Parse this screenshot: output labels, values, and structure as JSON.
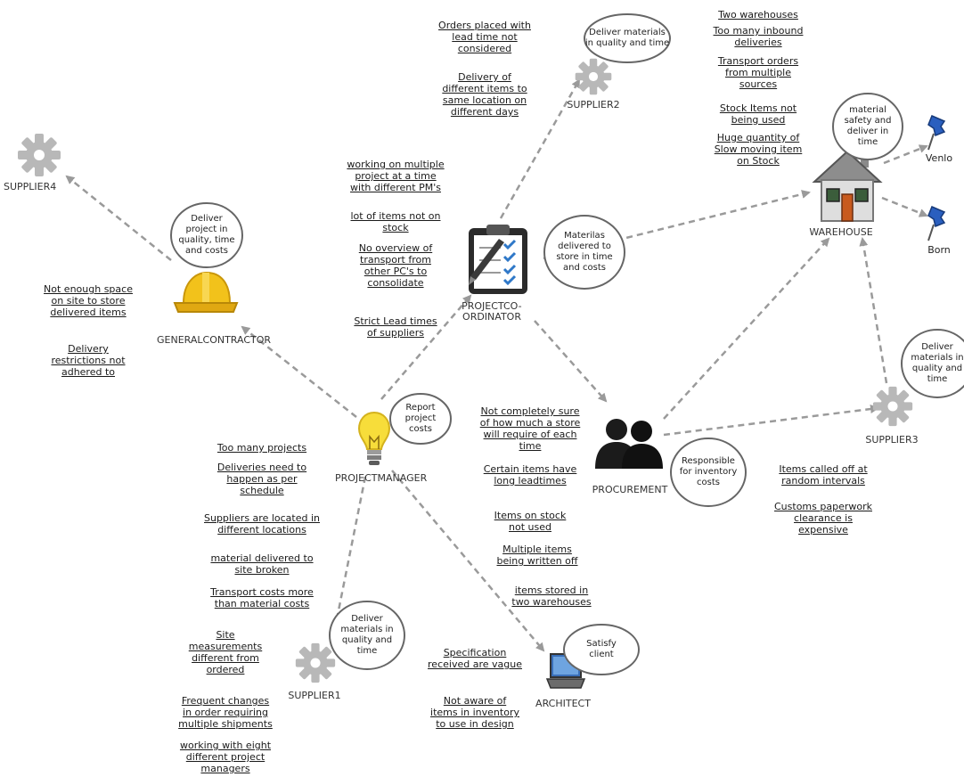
{
  "nodes": {
    "supplier4": {
      "label": "SUPPLIER\n4"
    },
    "supplier2": {
      "label": "SUPPLIER\n2"
    },
    "supplier1": {
      "label": "SUPPLIER\n1"
    },
    "supplier3": {
      "label": "SUPPLIER\n3"
    },
    "general_contractor": {
      "label": "GENERAL\nCONTRACTOR"
    },
    "project_coordinator": {
      "label": "PROJECT\nCO-\nORDINATOR"
    },
    "project_manager": {
      "label": "PROJECT\nMANAGER"
    },
    "procurement": {
      "label": "PROCUREMENT"
    },
    "warehouse": {
      "label": "WAREHOUSE"
    },
    "architect": {
      "label": "ARCHITECT"
    },
    "venlo": {
      "label": "Venlo"
    },
    "born": {
      "label": "Born"
    }
  },
  "bubbles": {
    "general_contractor": "Deliver\nproject in\nquality, time\nand costs",
    "supplier2": "Deliver materials\nin quality and time",
    "project_coordinator": "Materilas\ndelivered to\nstore in time\nand costs",
    "warehouse": "material\nsafety and\ndeliver in\ntime",
    "project_manager": "Report\nproject\ncosts",
    "procurement": "Responsible\nfor inventory\ncosts",
    "supplier3": "Deliver\nmaterials in\nquality and\ntime",
    "supplier1": "Deliver\nmaterials in\nquality and\ntime",
    "architect": "Satisfy\nclient"
  },
  "notes": {
    "general_contractor": [
      "Not enough space\non site to store\ndelivered items",
      "Delivery\nrestrictions not\nadhered to"
    ],
    "supplier2": [
      "Orders placed with\nlead time not\nconsidered",
      "Delivery of\ndifferent items to\nsame location on\ndifferent days"
    ],
    "project_coordinator": [
      "working on multiple\nproject at a time\nwith different PM's",
      "lot of items not on\nstock",
      "No overview of\ntransport from\nother PC's to\nconsolidate",
      "Strict Lead times\nof suppliers"
    ],
    "warehouse": [
      "Two warehouses",
      "Too many inbound\ndeliveries",
      "Transport orders\nfrom multiple\nsources",
      "Stock Items not\nbeing used",
      "Huge quantity of\nSlow moving item\non Stock"
    ],
    "procurement": [
      "Not completely sure\nof how much a store\nwill require of each\ntime",
      "Certain items have\nlong leadtimes",
      "Items on stock\nnot used",
      "Multiple items\nbeing written off",
      "items stored in\ntwo warehouses"
    ],
    "supplier3": [
      "Items called off at\nrandom intervals",
      "Customs paperwork\nclearance is\nexpensive"
    ],
    "project_manager": [
      "Too many projects",
      "Deliveries need to\nhappen as per\nschedule",
      "Suppliers are located in\ndifferent locations",
      "material delivered to\nsite broken",
      "Transport costs more\nthan material costs"
    ],
    "supplier1": [
      "Site\nmeasurements\ndifferent from\nordered",
      "Frequent changes\nin order requiring\nmultiple shipments",
      "working with eight\ndifferent project\nmanagers"
    ],
    "architect": [
      "Specification\nreceived are vague",
      "Not aware of\nitems in inventory\nto use in design"
    ]
  },
  "colors": {
    "arrow": "#9a9a9a",
    "gear": "#b8b8b8",
    "helmet": "#f2c21b",
    "bulb": "#f7dd3a",
    "pin": "#2a5fbf",
    "house_wall": "#dedede",
    "door": "#c85a1e"
  },
  "icons": [
    "gear-icon",
    "hard-hat-icon",
    "clipboard-checklist-icon",
    "lightbulb-icon",
    "people-icon",
    "house-icon",
    "laptop-icon",
    "map-pin-icon"
  ]
}
